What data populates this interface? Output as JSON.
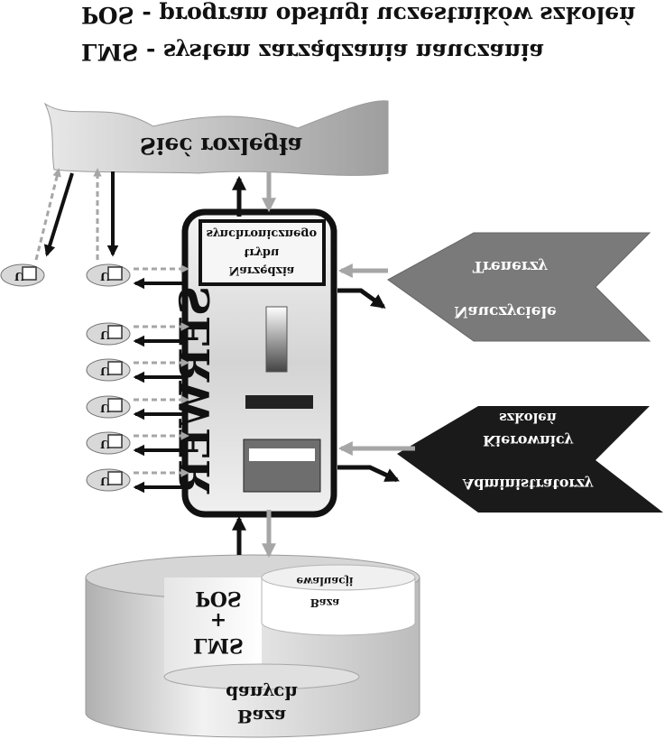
{
  "legend": {
    "pos_line": "POS  - program obsługi uczestników szkoleń",
    "lms_line": "LMS  - system zarządzania nauczania"
  },
  "network": {
    "label": "Sieć rozległa"
  },
  "server": {
    "label": "SERWER",
    "tool_line1": "Narzędzia",
    "tool_line2": "trybu",
    "tool_line3": "synchronicznego"
  },
  "trainers": {
    "line1": "Trenerzy",
    "line2": "Nauczyciele"
  },
  "admins": {
    "line1": "szkoleń",
    "line2": "Kierownicy",
    "line3": "Administratorzy"
  },
  "database": {
    "main_line1": "danych",
    "main_line2": "Baza",
    "app_line1": "POS",
    "app_line2": "+",
    "app_line3": "LMS",
    "eval_line1": "ewaluacji",
    "eval_line2": "Baza"
  },
  "clients": {
    "label": "U"
  },
  "colors": {
    "black_arrow": "#111111",
    "gray_arrow": "#a6a6a6",
    "trainers_fill": "#7a7a7a",
    "admins_fill": "#1a1a1a",
    "cloud_fill": "#c8c8c8"
  }
}
